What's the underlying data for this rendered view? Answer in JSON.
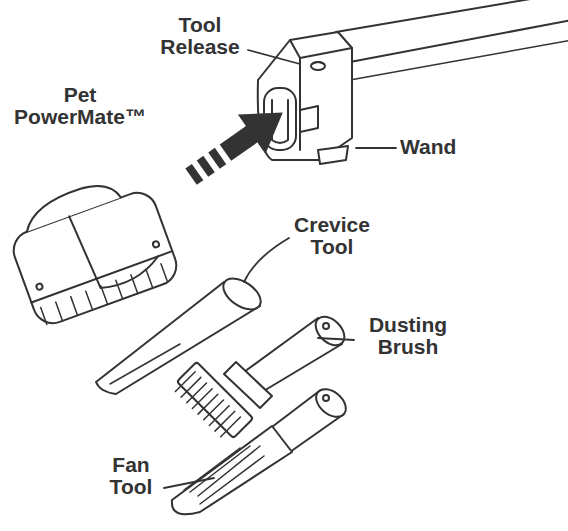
{
  "diagram": {
    "labels": [
      "Tool Release",
      "Pet PowerMate™",
      "Wand",
      "Crevice Tool",
      "Dusting Brush",
      "Fan Tool"
    ]
  }
}
